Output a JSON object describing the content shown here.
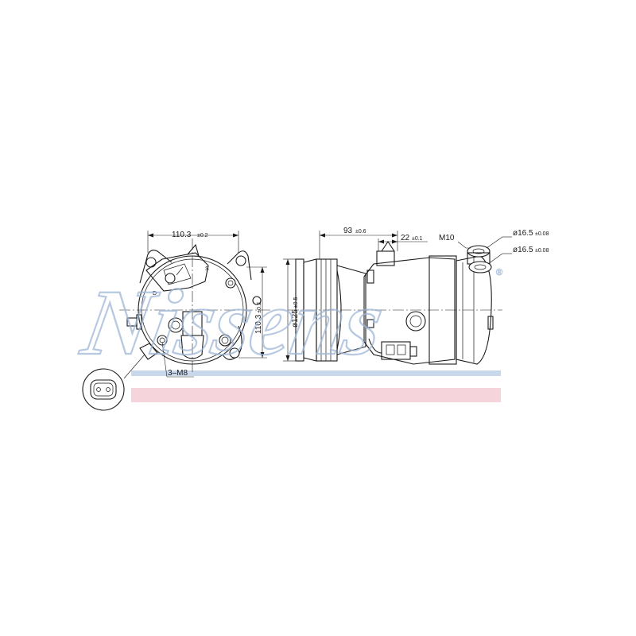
{
  "brand": {
    "watermark_text": "Nissens",
    "watermark_color": "#9fb6d8",
    "stripe_blue": "#c9d7ea",
    "stripe_pink": "#f5d4dc",
    "registered_mark": "®"
  },
  "front_view": {
    "width_dim": {
      "value": "110.3",
      "tol": "±0.2"
    },
    "height_dim": {
      "value": "110.3",
      "tol": "±0.2"
    },
    "thread_callout": "3–M8",
    "port_letters": [
      "D",
      "S"
    ]
  },
  "side_view": {
    "length_dim": {
      "value": "93",
      "tol": "±0.6"
    },
    "offset_dim": {
      "value": "22",
      "tol": "±0.1"
    },
    "diameter_dim": {
      "value": "ø125",
      "tol": "±0.5"
    },
    "thread_label": "M10",
    "port_dims": [
      {
        "value": "ø16.5",
        "tol": "±0.08"
      },
      {
        "value": "ø16.5",
        "tol": "±0.08"
      }
    ]
  }
}
